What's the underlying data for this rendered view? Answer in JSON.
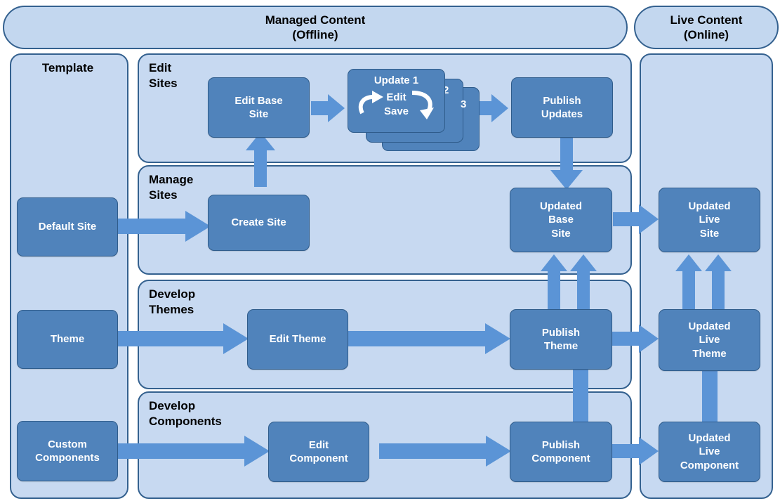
{
  "diagram": {
    "type": "flow-diagram",
    "title": "Managed Content / Live Content publishing workflow",
    "colors": {
      "panel_fill": "#c7d9f1",
      "panel_border": "#34618f",
      "node_fill": "#5083bb",
      "node_border": "#2f5c8b",
      "arrow": "#5b94d6",
      "node_text": "#ffffff",
      "label_text": "#000000"
    }
  },
  "headers": [
    {
      "id": "managed",
      "label": "Managed Content\n(Offline)"
    },
    {
      "id": "live",
      "label": "Live Content\n(Online)"
    }
  ],
  "columns": {
    "template": {
      "label": "Template"
    },
    "live": {
      "label": ""
    }
  },
  "swimlanes": [
    {
      "id": "edit-sites",
      "label": "Edit\nSites"
    },
    {
      "id": "manage-sites",
      "label": "Manage\nSites"
    },
    {
      "id": "develop-themes",
      "label": "Develop\nThemes"
    },
    {
      "id": "develop-components",
      "label": "Develop\nComponents"
    }
  ],
  "nodes": {
    "default_site": "Default  Site",
    "theme": "Theme",
    "custom_components": "Custom\nComponents",
    "edit_base_site": "Edit  Base\nSite",
    "update_card": {
      "title": "Update 1",
      "line2": "Edit",
      "line3": "Save"
    },
    "stack_numbers": [
      "2",
      "3"
    ],
    "publish_updates": "Publish\nUpdates",
    "create_site": "Create  Site",
    "updated_base_site": "Updated\nBase\nSite",
    "updated_live_site": "Updated\nLive\nSite",
    "edit_theme": "Edit  Theme",
    "publish_theme": "Publish\nTheme",
    "updated_live_theme": "Updated\nLive\nTheme",
    "edit_component": "Edit\nComponent",
    "publish_component": "Publish\nComponent",
    "updated_live_component": "Updated\nLive\nComponent"
  },
  "connectors": [
    {
      "from": "edit_base_site",
      "to": "update_card",
      "dir": "right"
    },
    {
      "from": "update_card",
      "to": "publish_updates",
      "dir": "right"
    },
    {
      "from": "publish_updates",
      "to": "updated_base_site",
      "dir": "down"
    },
    {
      "from": "create_site",
      "to": "edit_base_site",
      "dir": "up"
    },
    {
      "from": "default_site",
      "to": "create_site",
      "dir": "right"
    },
    {
      "from": "updated_base_site",
      "to": "updated_live_site",
      "dir": "right"
    },
    {
      "from": "publish_theme",
      "to": "updated_base_site",
      "dir": "up"
    },
    {
      "from": "publish_component",
      "to": "updated_base_site",
      "dir": "up"
    },
    {
      "from": "theme",
      "to": "edit_theme",
      "dir": "right"
    },
    {
      "from": "edit_theme",
      "to": "publish_theme",
      "dir": "right"
    },
    {
      "from": "publish_theme",
      "to": "updated_live_theme",
      "dir": "right"
    },
    {
      "from": "custom_components",
      "to": "edit_component",
      "dir": "right"
    },
    {
      "from": "edit_component",
      "to": "publish_component",
      "dir": "right"
    },
    {
      "from": "publish_component",
      "to": "updated_live_component",
      "dir": "right"
    },
    {
      "from": "publish_component",
      "to": "publish_theme",
      "dir": "line"
    },
    {
      "from": "updated_live_component",
      "to": "updated_live_theme",
      "dir": "line"
    },
    {
      "from": "updated_live_theme",
      "to": "updated_live_site",
      "dir": "up"
    },
    {
      "from": "updated_live_component",
      "to": "updated_live_site",
      "dir": "up"
    }
  ]
}
